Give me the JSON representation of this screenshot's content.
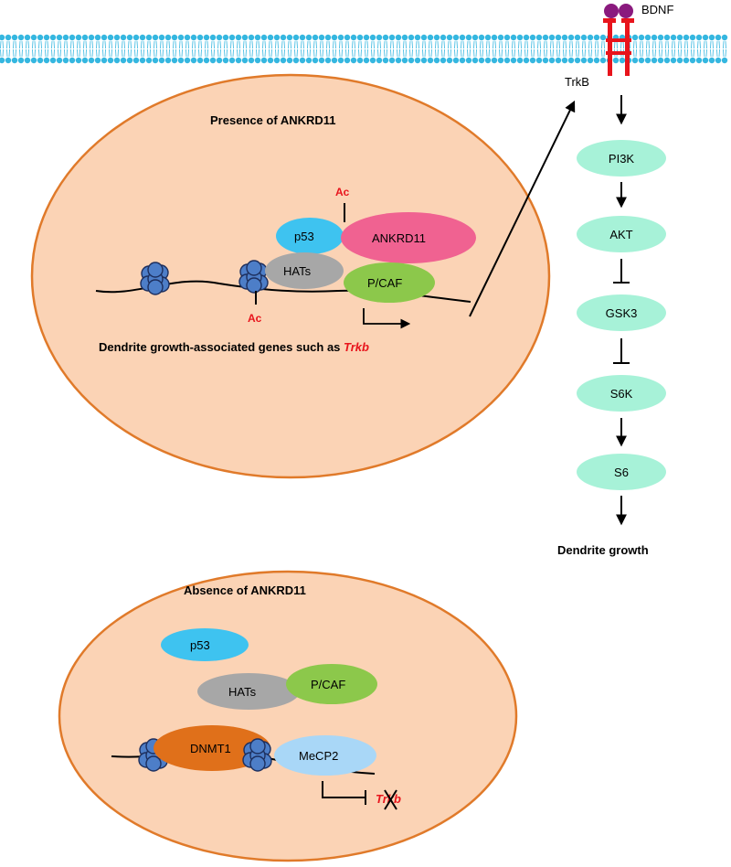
{
  "receptor": {
    "ligand_label": "BDNF",
    "receptor_label": "TrkB"
  },
  "presence_cell": {
    "title": "Presence of ANKRD11",
    "ac_top": "Ac",
    "ac_bottom": "Ac",
    "p53": "p53",
    "ankrd11": "ANKRD11",
    "hats": "HATs",
    "pcaf": "P/CAF",
    "genes_label": "Dendrite growth-associated genes such as ",
    "genes_italic": "Trkb"
  },
  "absence_cell": {
    "title": "Absence of ANKRD11",
    "p53": "p53",
    "hats": "HATs",
    "pcaf": "P/CAF",
    "dnmt1": "DNMT1",
    "mecp2": "MeCP2",
    "gene": "Trkb"
  },
  "pathway": {
    "nodes": [
      "PI3K",
      "AKT",
      "GSK3",
      "S6K",
      "S6"
    ],
    "outcome": "Dendrite growth"
  },
  "colors": {
    "cell_fill": "#fbd3b5",
    "cell_stroke": "#e07a2a",
    "p53": "#3ec3f0",
    "ankrd11": "#f06291",
    "hats": "#a7a7a7",
    "pcaf": "#8cc84b",
    "dnmt1": "#e0701a",
    "mecp2": "#a9d7f7",
    "pathway_node": "#a7f2d8",
    "accent_red": "#e8141c",
    "nucleosome": "#4d7ec8",
    "membrane": "#35b7e0"
  }
}
